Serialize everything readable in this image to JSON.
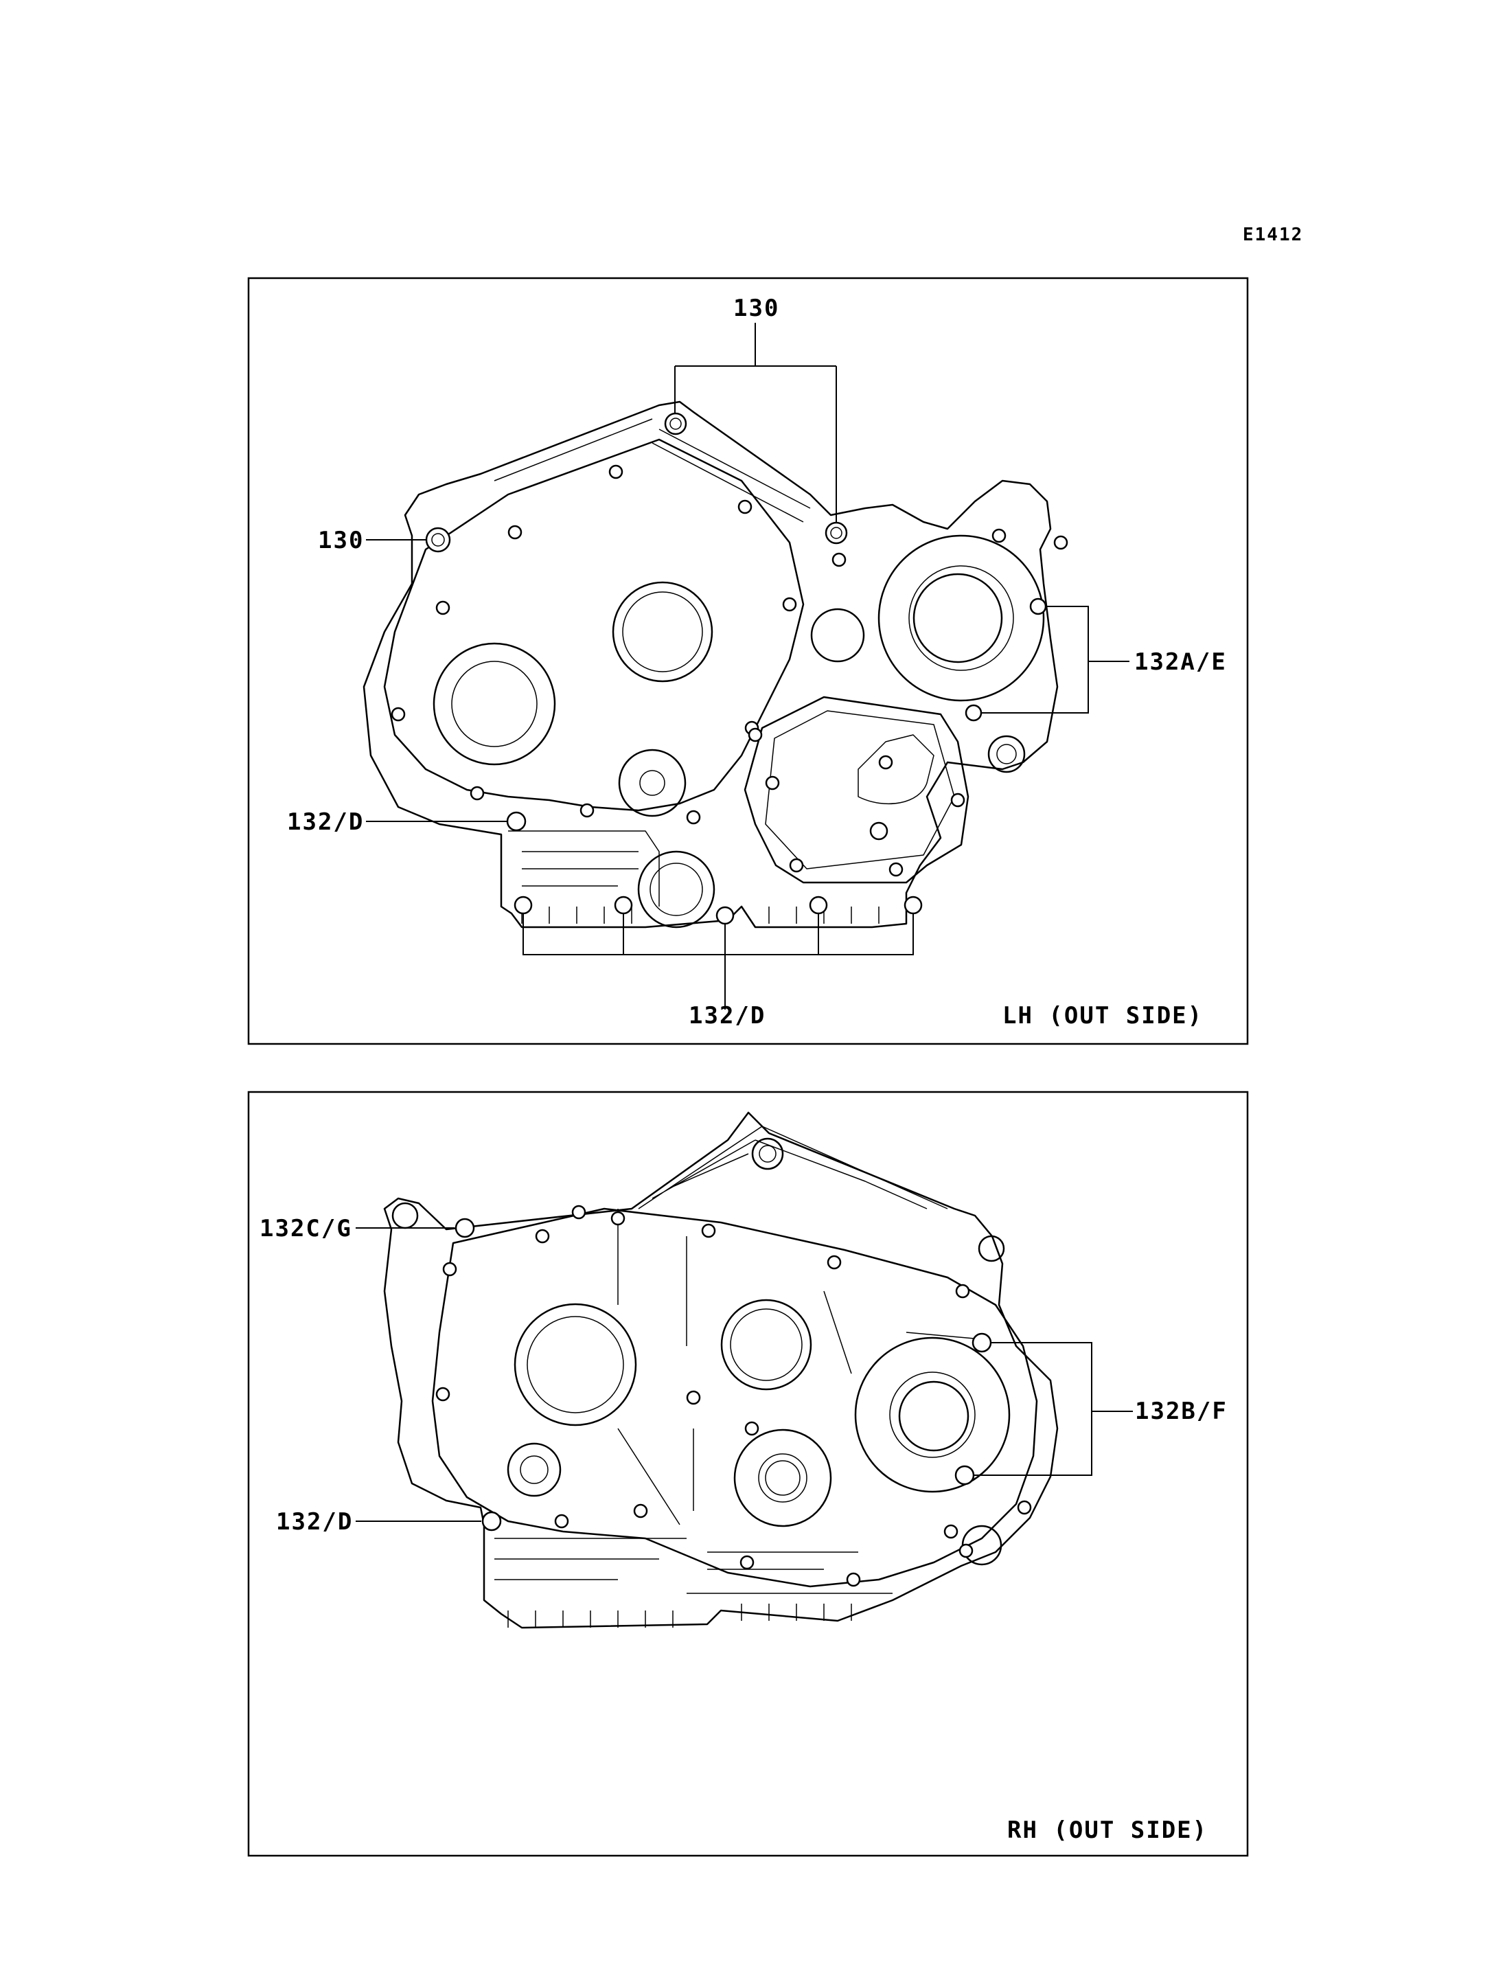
{
  "document_code": "E1412",
  "panels": [
    {
      "id": "lh",
      "caption": "LH (OUT SIDE)",
      "callouts": [
        "130",
        "130",
        "132A/E",
        "132/D",
        "132/D"
      ]
    },
    {
      "id": "rh",
      "caption": "RH (OUT SIDE)",
      "callouts": [
        "132C/G",
        "132B/F",
        "132/D"
      ]
    }
  ]
}
